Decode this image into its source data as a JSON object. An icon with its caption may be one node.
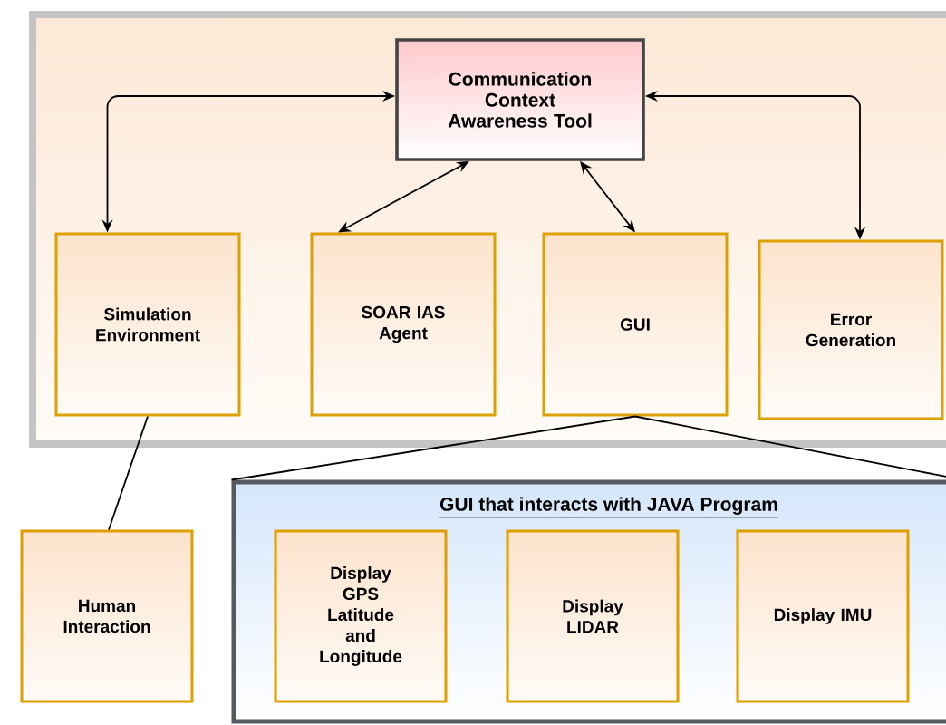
{
  "diagram": {
    "nodes": [
      {
        "text": [],
        "shape": "box"
      },
      {
        "text": [
          "Communication Context Awareness Tool"
        ],
        "in": 0
      },
      {
        "text": [
          "Simulation Environment"
        ],
        "in": 0
      },
      {
        "text": [
          "SOAR IAS Agent"
        ],
        "in": 0
      },
      {
        "text": [
          "GUI"
        ],
        "in": 0
      },
      {
        "text": [
          "Error Generation"
        ],
        "in": 0
      },
      {
        "text": [
          "Human Interaction"
        ]
      },
      {
        "text": [
          "GUI that interacts with JAVA Program"
        ]
      },
      {
        "text": [
          "Display GPS Latitude and Longitude"
        ],
        "in": 7
      },
      {
        "text": [
          "Display LIDAR"
        ],
        "in": 7
      },
      {
        "text": [
          "Display IMU"
        ],
        "in": 7
      }
    ],
    "edges": [
      {
        "from": 1,
        "to": 2,
        "arrow": "both"
      },
      {
        "from": 1,
        "to": 3,
        "arrow": "both"
      },
      {
        "from": 1,
        "to": 4,
        "arrow": "both"
      },
      {
        "from": 1,
        "to": 5,
        "arrow": "both"
      },
      {
        "from": 2,
        "to": 6,
        "arrow": "none"
      },
      {
        "from": 4,
        "to": 7,
        "arrow": "none"
      }
    ]
  }
}
